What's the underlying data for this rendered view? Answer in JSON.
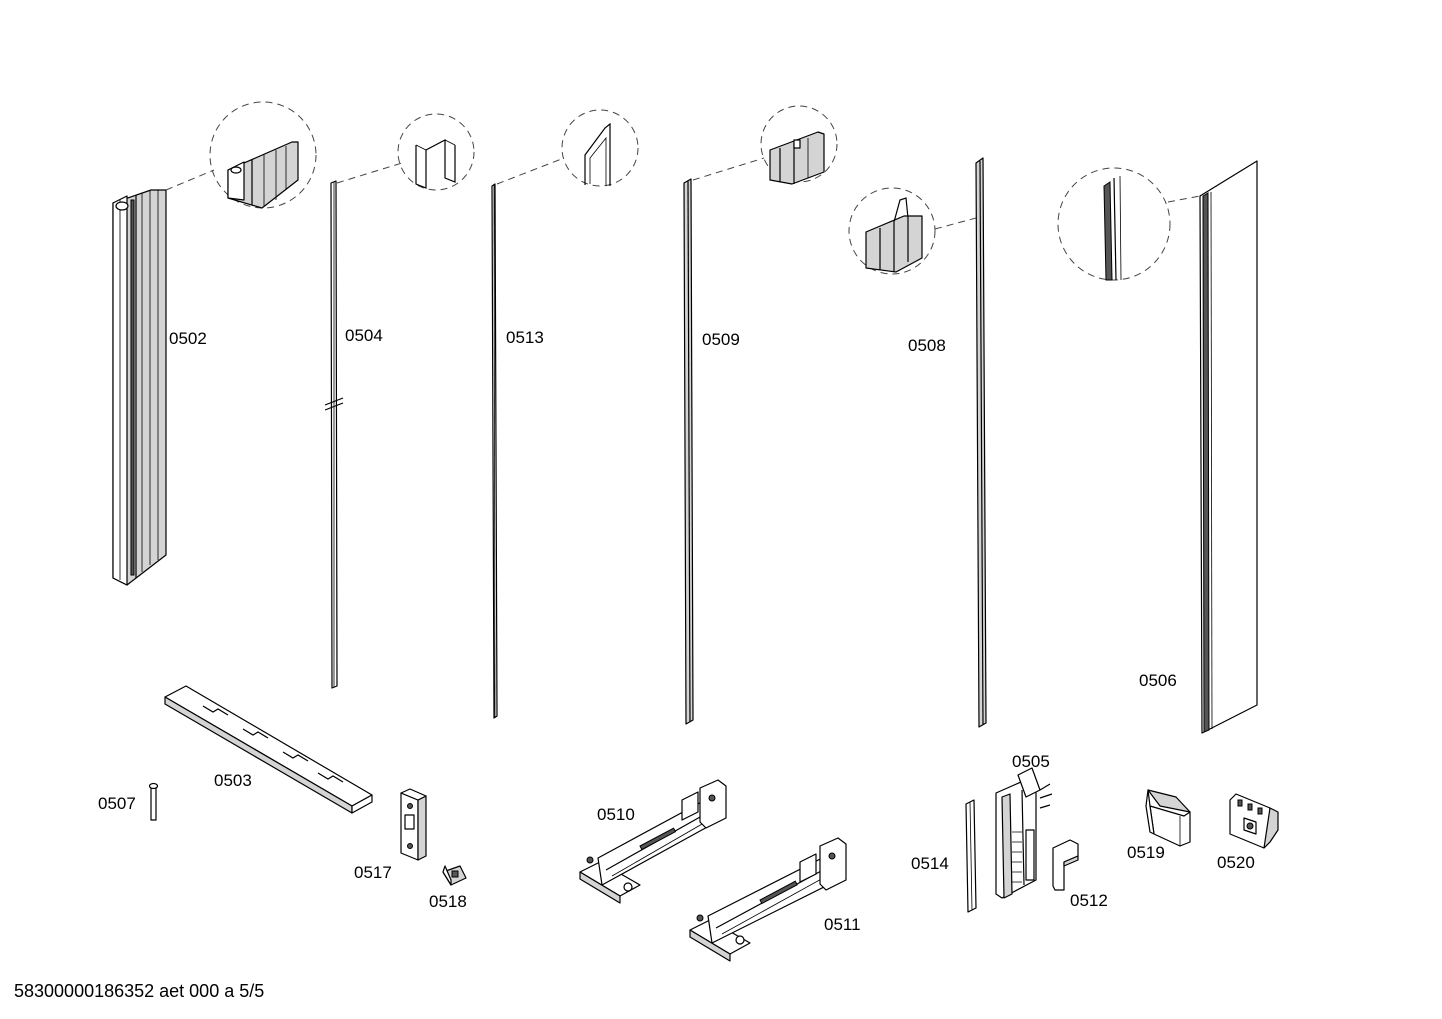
{
  "footer": {
    "document_id": "58300000186352 aet 000 a 5/5"
  },
  "parts": [
    {
      "id": "0502",
      "label": "0502"
    },
    {
      "id": "0504",
      "label": "0504"
    },
    {
      "id": "0513",
      "label": "0513"
    },
    {
      "id": "0509",
      "label": "0509"
    },
    {
      "id": "0508",
      "label": "0508"
    },
    {
      "id": "0506",
      "label": "0506"
    },
    {
      "id": "0503",
      "label": "0503"
    },
    {
      "id": "0507",
      "label": "0507"
    },
    {
      "id": "0517",
      "label": "0517"
    },
    {
      "id": "0518",
      "label": "0518"
    },
    {
      "id": "0510",
      "label": "0510"
    },
    {
      "id": "0511",
      "label": "0511"
    },
    {
      "id": "0505",
      "label": "0505"
    },
    {
      "id": "0514",
      "label": "0514"
    },
    {
      "id": "0512",
      "label": "0512"
    },
    {
      "id": "0519",
      "label": "0519"
    },
    {
      "id": "0520",
      "label": "0520"
    }
  ]
}
